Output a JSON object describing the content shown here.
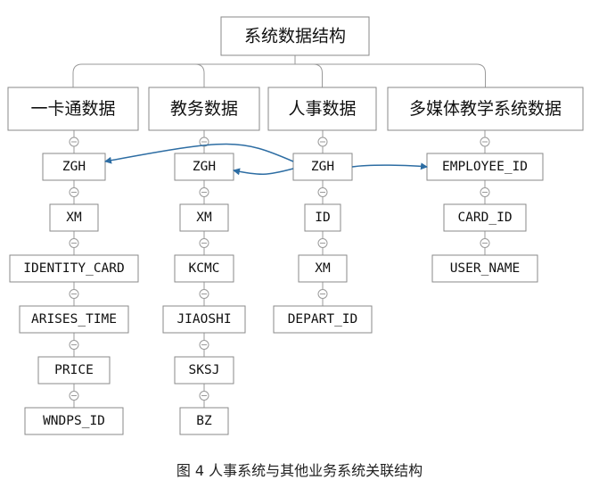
{
  "diagram": {
    "root": "系统数据结构",
    "categories": [
      {
        "label": "一卡通数据",
        "fields": [
          "ZGH",
          "XM",
          "IDENTITY_CARD",
          "ARISES_TIME",
          "PRICE",
          "WNDPS_ID"
        ]
      },
      {
        "label": "教务数据",
        "fields": [
          "ZGH",
          "XM",
          "KCMC",
          "JIAOSHI",
          "SKSJ",
          "BZ"
        ]
      },
      {
        "label": "人事数据",
        "fields": [
          "ZGH",
          "ID",
          "XM",
          "DEPART_ID"
        ]
      },
      {
        "label": "多媒体教学系统数据",
        "fields": [
          "EMPLOYEE_ID",
          "CARD_ID",
          "USER_NAME"
        ]
      }
    ],
    "links": [
      {
        "from": "人事数据.ZGH",
        "to": "一卡通数据.ZGH"
      },
      {
        "from": "人事数据.ZGH",
        "to": "教务数据.ZGH"
      },
      {
        "from": "人事数据.ZGH",
        "to": "多媒体教学系统数据.EMPLOYEE_ID"
      }
    ],
    "colors": {
      "box_border": "#8a8a8a",
      "connector": "#9a9a9a",
      "arrow": "#2d6da3"
    }
  },
  "caption": "图 4  人事系统与其他业务系统关联结构"
}
